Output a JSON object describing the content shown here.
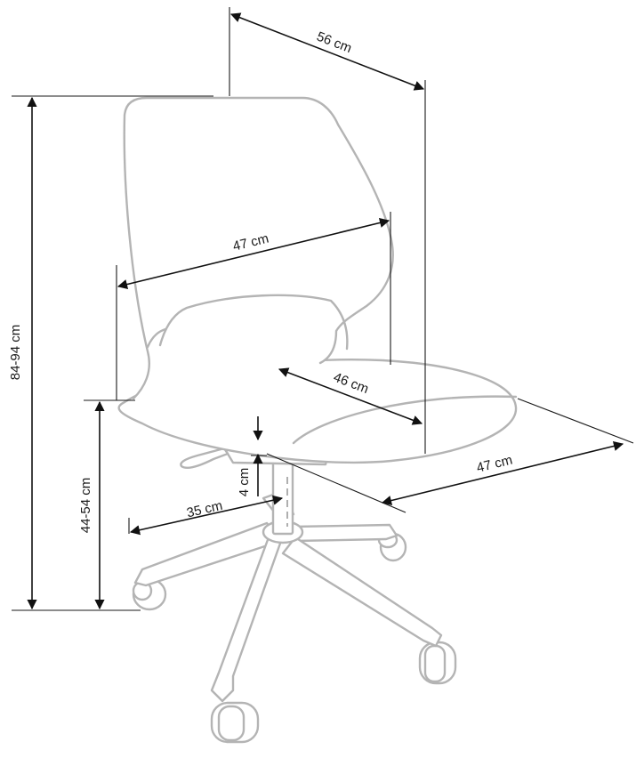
{
  "dimensions": {
    "depth_total": "56 cm",
    "backrest_width": "47 cm",
    "seat_depth": "46 cm",
    "seat_width": "47 cm",
    "total_height": "84-94 cm",
    "seat_height": "44-54 cm",
    "base_radius": "35 cm",
    "seat_thickness": "4 cm"
  },
  "colors": {
    "chair_outline": "#b4b4b4",
    "dimension_lines": "#111111"
  }
}
